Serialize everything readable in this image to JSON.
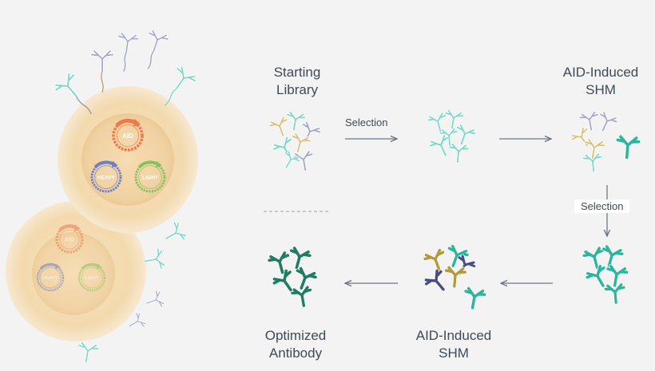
{
  "steps": {
    "starting_library": [
      "Starting",
      "Library"
    ],
    "aid_shm_top": [
      "AID-Induced",
      "SHM"
    ],
    "aid_shm_bottom": [
      "AID-Induced",
      "SHM"
    ],
    "optimized_antibody": [
      "Optimized",
      "Antibody"
    ]
  },
  "arrows": {
    "selection_top": "Selection",
    "selection_side": "Selection"
  },
  "cells": {
    "front": {
      "genes": {
        "aid": "AID",
        "heavy": "HEAVY",
        "light": "LIGHT"
      }
    },
    "back": {
      "genes": {
        "aid": "AID",
        "heavy": "HEAVY",
        "light": "LIGHT"
      }
    }
  },
  "colors": {
    "teal": "#7dd8c8",
    "teal_dark": "#2bb59c",
    "green_dark": "#1f7d63",
    "tan": "#d8c07a",
    "gold": "#b39a3c",
    "lavender": "#a6a8c9",
    "navy": "#4a4d85",
    "aid": "#f0784a",
    "heavy": "#6f7fc4",
    "light": "#86c25a",
    "cell": "#f5dfb9",
    "nucleus": "#f0d7ae",
    "arrow": "#6b7a86"
  }
}
